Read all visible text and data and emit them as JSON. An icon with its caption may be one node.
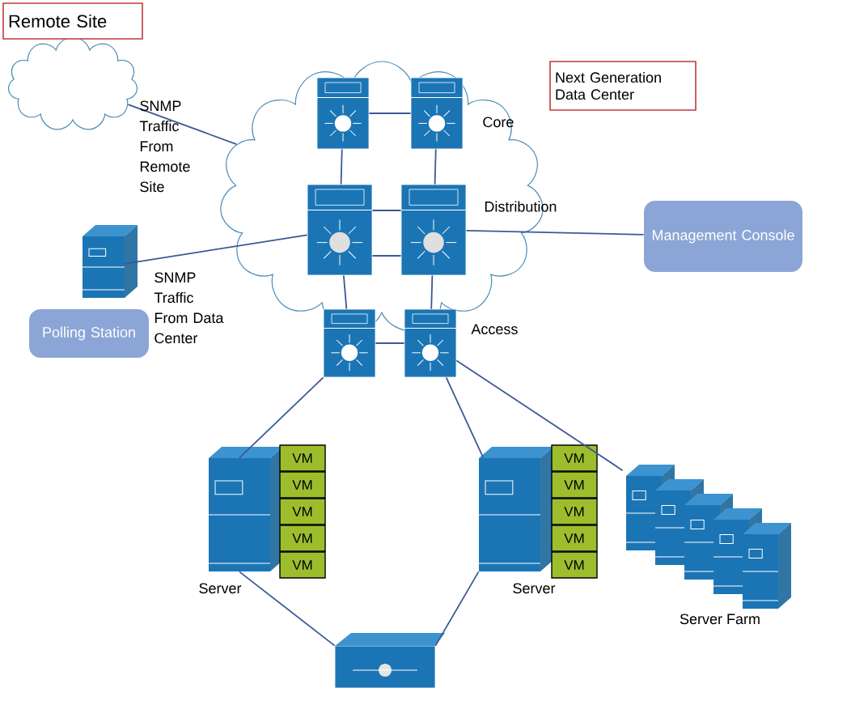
{
  "diagram": {
    "nodes": [
      {
        "text": [
          "Remote Site"
        ]
      },
      {
        "text": [],
        "shape": "cloud"
      },
      {
        "text": [
          "Next Generation Data Center"
        ]
      },
      {
        "text": [],
        "shape": "cloud"
      },
      {
        "text": [],
        "shape": "switch",
        "in": 3
      },
      {
        "text": [],
        "shape": "switch",
        "in": 3
      },
      {
        "text": [],
        "shape": "switch",
        "in": 3
      },
      {
        "text": [],
        "shape": "switch",
        "in": 3
      },
      {
        "text": [],
        "shape": "switch"
      },
      {
        "text": [],
        "shape": "switch"
      },
      {
        "text": [],
        "shape": "server"
      },
      {
        "text": [
          "Polling Station"
        ]
      },
      {
        "text": [
          "Management Console"
        ]
      },
      {
        "text": [],
        "shape": "server",
        "beside": [
          "Server"
        ]
      },
      {
        "text": [
          "VM"
        ]
      },
      {
        "text": [
          "VM"
        ]
      },
      {
        "text": [
          "VM"
        ]
      },
      {
        "text": [
          "VM"
        ]
      },
      {
        "text": [
          "VM"
        ]
      },
      {
        "text": [],
        "shape": "server",
        "beside": [
          "Server"
        ]
      },
      {
        "text": [
          "VM"
        ]
      },
      {
        "text": [
          "VM"
        ]
      },
      {
        "text": [
          "VM"
        ]
      },
      {
        "text": [
          "VM"
        ]
      },
      {
        "text": [
          "VM"
        ]
      },
      {
        "text": [],
        "shape": "servers",
        "beside": [
          "Server Farm"
        ]
      },
      {
        "text": [],
        "shape": "switch"
      }
    ],
    "edges": [
      {
        "from": 1,
        "to": 3,
        "arrow": "none"
      },
      {
        "from": 4,
        "to": 5,
        "arrow": "none"
      },
      {
        "from": 4,
        "to": 6,
        "arrow": "none"
      },
      {
        "from": 5,
        "to": 7,
        "arrow": "none"
      },
      {
        "from": 6,
        "to": 7,
        "arrow": "none"
      },
      {
        "from": 6,
        "to": 7,
        "arrow": "none"
      },
      {
        "from": 6,
        "to": 8,
        "arrow": "none"
      },
      {
        "from": 7,
        "to": 9,
        "arrow": "none"
      },
      {
        "from": 8,
        "to": 9,
        "arrow": "none"
      },
      {
        "from": 10,
        "to": 6,
        "arrow": "none"
      },
      {
        "from": 7,
        "to": 12,
        "arrow": "none"
      },
      {
        "from": 8,
        "to": 13,
        "arrow": "none"
      },
      {
        "from": 9,
        "to": 19,
        "arrow": "none"
      },
      {
        "from": 9,
        "to": 25,
        "arrow": "none"
      },
      {
        "from": 13,
        "to": 26,
        "arrow": "none"
      },
      {
        "from": 19,
        "to": 26,
        "arrow": "none"
      }
    ],
    "labels": [
      "SNMP Traffic From Remote Site",
      "Core",
      "Distribution",
      "SNMP Traffic From Data Center",
      "Access"
    ]
  }
}
